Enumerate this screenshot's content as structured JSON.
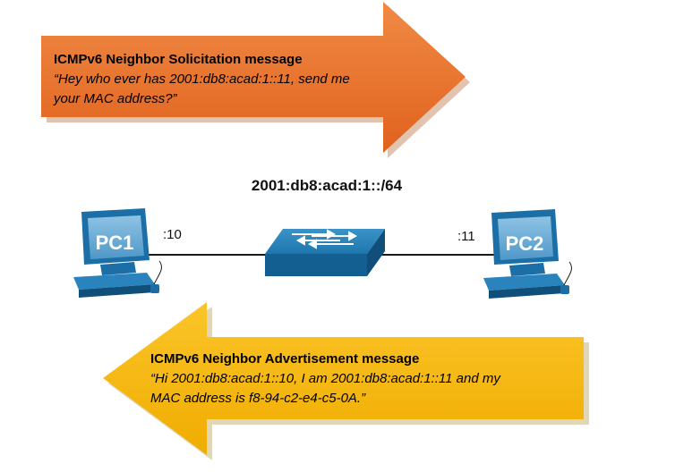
{
  "diagram": {
    "neighbor_solicitation": {
      "title": "ICMPv6 Neighbor Solicitation message",
      "line1": "“Hey who ever has 2001:db8:acad:1::11, send me",
      "line2": "your MAC address?”"
    },
    "neighbor_advertisement": {
      "title": "ICMPv6 Neighbor Advertisement message",
      "line1": "“Hi 2001:db8:acad:1::10, I am 2001:db8:acad:1::11 and my",
      "line2": "MAC address is  f8-94-c2-e4-c5-0A.”"
    },
    "network": {
      "subnet": "2001:db8:acad:1::/64",
      "pc1": {
        "name": "PC1",
        "interface_id": ":10"
      },
      "pc2": {
        "name": "PC2",
        "interface_id": ":11"
      }
    },
    "colors": {
      "solicitation_arrow": "#ec7229",
      "advertisement_arrow": "#f6b800",
      "device_blue": "#1b75ad",
      "device_dark": "#0f4f7a"
    }
  }
}
